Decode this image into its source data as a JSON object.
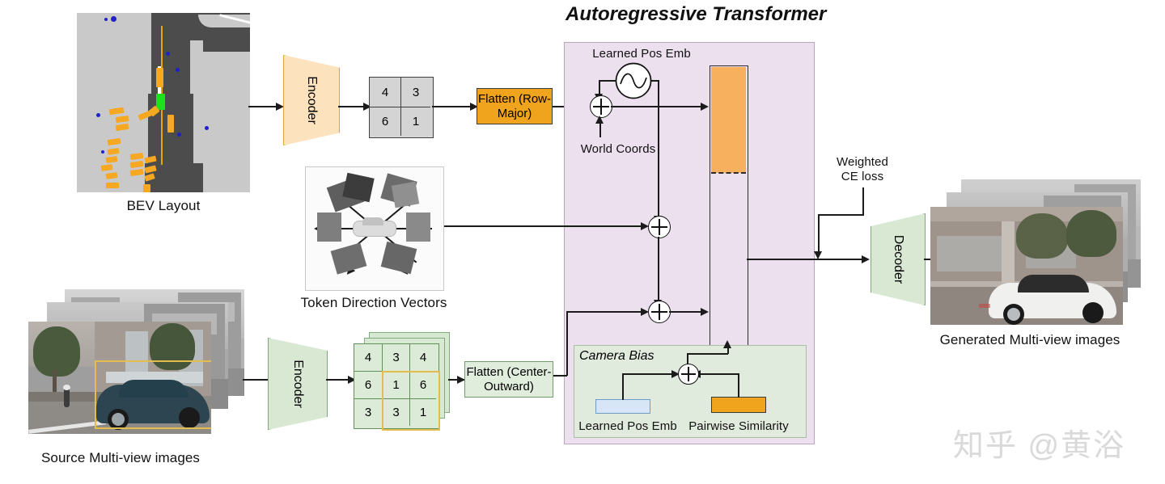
{
  "diagram": {
    "title": "Autoregressive Transformer",
    "watermark": "知乎 @黄浴"
  },
  "inputs": {
    "bev_caption": "BEV Layout",
    "source_caption": "Source Multi-view images",
    "direction_caption": "Token Direction Vectors"
  },
  "encoders": {
    "top_label": "Encoder",
    "bottom_label": "Encoder",
    "decoder_label": "Decoder"
  },
  "tokens": {
    "bev_grid": [
      [
        "4",
        "3"
      ],
      [
        "6",
        "1"
      ]
    ],
    "image_grid": [
      [
        "4",
        "3",
        "4"
      ],
      [
        "6",
        "1",
        "6"
      ],
      [
        "3",
        "3",
        "1"
      ]
    ]
  },
  "flatten": {
    "row_major": "Flatten (Row-Major)",
    "row_major_line1": "Flatten (Row-",
    "row_major_line2": "Major)",
    "center_outward": "Flatten (Center-Outward)",
    "center_outward_line1": "Flatten (Center-",
    "center_outward_line2": "Outward)"
  },
  "transformer": {
    "learned_pos_emb": "Learned Pos Emb",
    "world_coords": "World Coords"
  },
  "camera_bias": {
    "title": "Camera Bias",
    "learned_pos_emb": "Learned Pos Emb",
    "pairwise_similarity": "Pairwise Similarity"
  },
  "loss": {
    "label": "Weighted CE loss",
    "line1": "Weighted",
    "line2": "CE loss"
  },
  "output": {
    "caption": "Generated Multi-view images"
  },
  "colors": {
    "orange": "#f0a41e",
    "green_panel": "#e0ebdd",
    "purple_panel": "#ece0ee",
    "blue_box": "#d6e6f7",
    "encoder_orange": "#fde3bd",
    "encoder_green": "#d8e8d3",
    "highlight_yellow": "#e3bd4e"
  }
}
